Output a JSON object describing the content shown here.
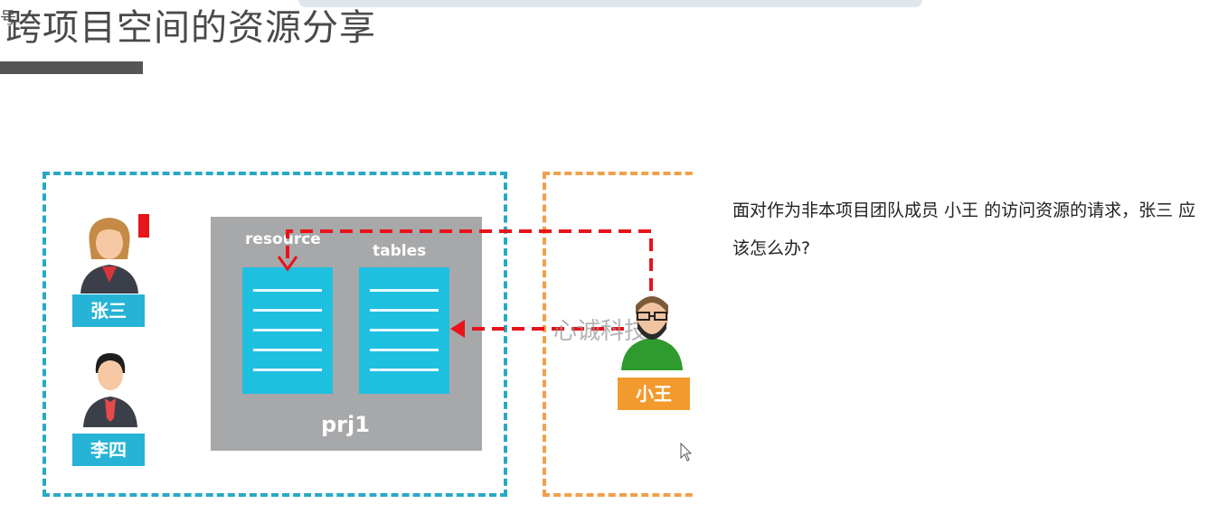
{
  "slide": {
    "title": "跨项目空间的资源分享",
    "edge_glyph": "号"
  },
  "diagram": {
    "persons": [
      {
        "name": "张三",
        "role": "owner",
        "tag_color": "#27b3d6"
      },
      {
        "name": "李四",
        "role": "member",
        "tag_color": "#27b3d6"
      },
      {
        "name": "小王",
        "role": "external",
        "tag_color": "#f39a2e"
      }
    ],
    "project": {
      "name": "prj1",
      "resource_label": "resource",
      "tables_label": "tables"
    },
    "watermark": "心诚科技",
    "colors": {
      "blue_border": "#27a9c6",
      "orange_border": "#f0a04a",
      "arrow": "#e8131b",
      "project_bg": "#a7a8aa",
      "doc": "#1ec0e0"
    }
  },
  "question": {
    "text": "面对作为非本项目团队成员 小王 的访问资源的请求，张三 应该怎么办?"
  }
}
